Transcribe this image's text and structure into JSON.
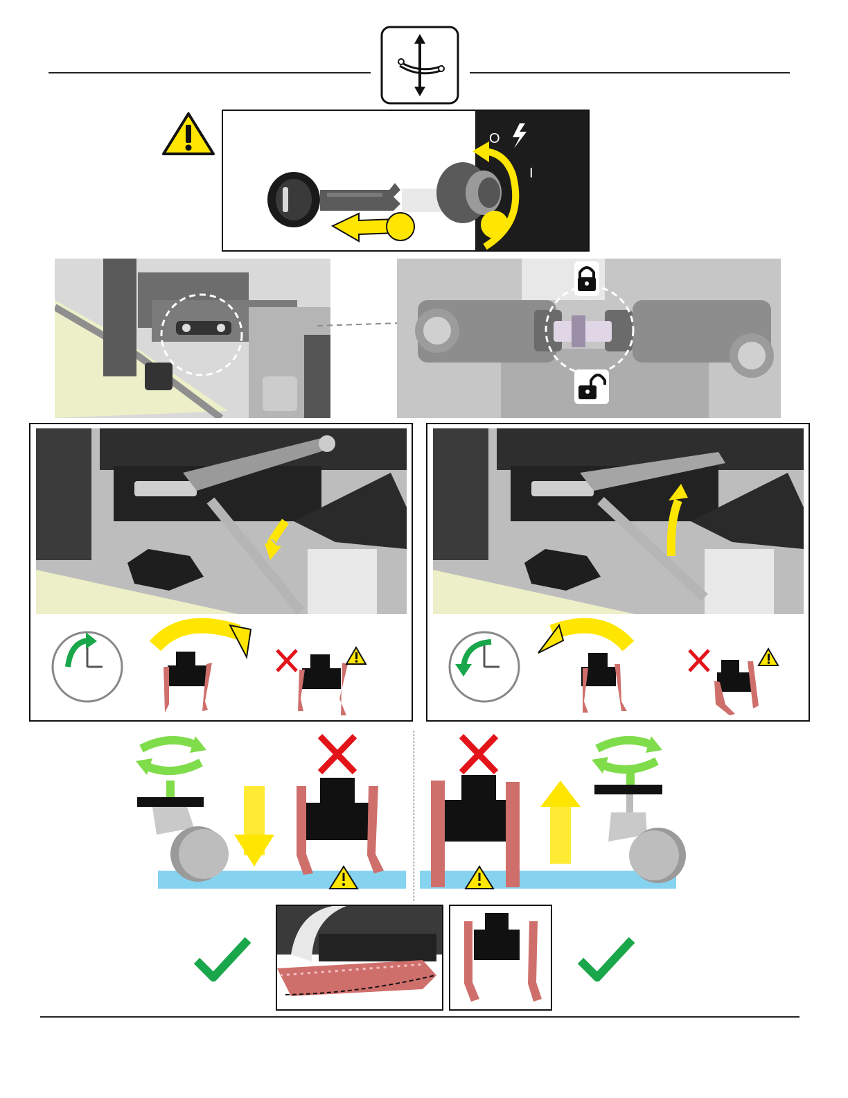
{
  "page": {
    "header_icon": "squeegee-height-adjust-icon",
    "warning_icon": "warning-triangle-icon"
  },
  "key_panel": {
    "switch_off_label": "O",
    "switch_on_label": "I",
    "icons": [
      "key-icon",
      "ignition-switch-icon",
      "lightning-icon"
    ]
  },
  "link_panel": {
    "icons": [
      "padlock-closed-icon",
      "padlock-open-icon"
    ]
  },
  "adjust_panels": [
    {
      "direction": "clockwise",
      "icons": [
        "clock-icon",
        "clockwise-arrow-icon",
        "squeegee-icon",
        "wrong-x-icon",
        "warning-triangle-icon"
      ]
    },
    {
      "direction": "counterclockwise",
      "icons": [
        "clock-icon",
        "counterclockwise-arrow-icon",
        "squeegee-icon",
        "wrong-x-icon",
        "warning-triangle-icon"
      ]
    }
  ],
  "wheel_diagrams": [
    {
      "rotation_icon": "rotate-arrows-icon",
      "arrow": "down-arrow-icon",
      "status": "wrong-x-icon"
    },
    {
      "rotation_icon": "rotate-arrows-icon",
      "arrow": "up-arrow-icon",
      "status": "wrong-x-icon"
    }
  ],
  "result_row": {
    "icons": [
      "check-mark-icon",
      "squeegee-photo",
      "squeegee-correct-icon",
      "check-mark-icon"
    ]
  },
  "colors": {
    "warning_yellow": "#ffe600",
    "floor_blue": "#86d3ef",
    "squeegee_red": "#cf6f6c",
    "wrong_red": "#e3131a",
    "correct_green": "#1aa64a",
    "rotate_green": "#7fdc4a"
  }
}
